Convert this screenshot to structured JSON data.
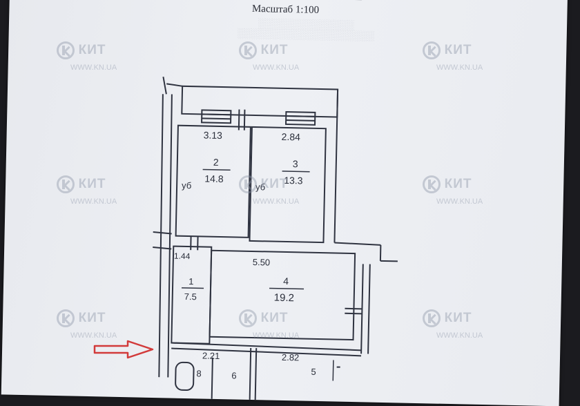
{
  "document": {
    "scale_label": "Масштаб 1:100"
  },
  "watermark": {
    "brand": "КИТ",
    "url": "WWW.KN.UA"
  },
  "plan": {
    "dimensions": {
      "room2_width": "3.13",
      "room3_width": "2.84",
      "corridor_width": "1.44",
      "room4_width": "5.50",
      "bottom_left_width": "2.21",
      "bottom_right_width": "2.82"
    },
    "rooms": [
      {
        "number": "2",
        "area": "14.8",
        "height_mark": "уб"
      },
      {
        "number": "3",
        "area": "13.3",
        "height_mark": "уб"
      },
      {
        "number": "1",
        "area": "7.5"
      },
      {
        "number": "4",
        "area": "19.2"
      },
      {
        "number": "5",
        "area": ""
      },
      {
        "number": "6",
        "area": ""
      },
      {
        "number": "8",
        "area": ""
      }
    ]
  },
  "colors": {
    "paper": "#eceef2",
    "ink": "#2a2e3a",
    "arrow": "#d23a3a"
  }
}
